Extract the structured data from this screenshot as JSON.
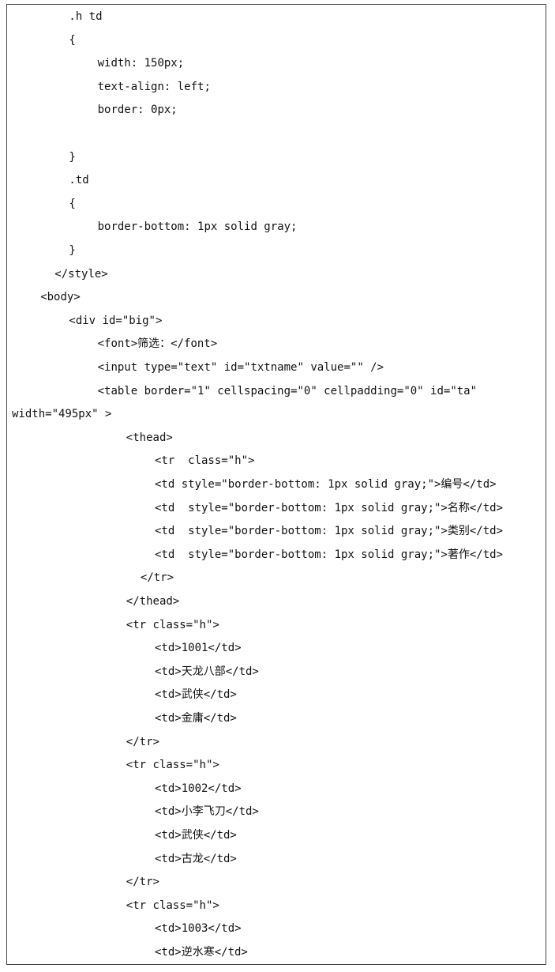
{
  "code_lines": [
    {
      "text": ".h td",
      "indent": 4
    },
    {
      "text": "{",
      "indent": 4
    },
    {
      "text": "width: 150px;",
      "indent": 6
    },
    {
      "text": "text-align: left;",
      "indent": 6
    },
    {
      "text": "border: 0px;",
      "indent": 6
    },
    {
      "text": "",
      "indent": 0
    },
    {
      "text": "}",
      "indent": 4
    },
    {
      "text": ".td",
      "indent": 4
    },
    {
      "text": "{",
      "indent": 4
    },
    {
      "text": "border-bottom: 1px solid gray;",
      "indent": 6
    },
    {
      "text": "}",
      "indent": 4
    },
    {
      "text": "</style>",
      "indent": 3
    },
    {
      "text": "<body>",
      "indent": 2
    },
    {
      "text": "<div id=\"big\">",
      "indent": 4
    },
    {
      "text": "<font>筛选：</font>",
      "indent": 6
    },
    {
      "text": "<input type=\"text\" id=\"txtname\" value=\"\" />",
      "indent": 6
    },
    {
      "text": "<table border=\"1\" cellspacing=\"0\" cellpadding=\"0\" id=\"ta\"",
      "indent": 6
    },
    {
      "text": "width=\"495px\" >",
      "indent": 0
    },
    {
      "text": "<thead>",
      "indent": 8
    },
    {
      "text": "<tr  class=\"h\">",
      "indent": 10
    },
    {
      "text": "<td style=\"border-bottom: 1px solid gray;\">编号</td>",
      "indent": 10
    },
    {
      "text": "<td  style=\"border-bottom: 1px solid gray;\">名称</td>",
      "indent": 10
    },
    {
      "text": "<td  style=\"border-bottom: 1px solid gray;\">类别</td>",
      "indent": 10
    },
    {
      "text": "<td  style=\"border-bottom: 1px solid gray;\">著作</td>",
      "indent": 10
    },
    {
      "text": "</tr>",
      "indent": 9
    },
    {
      "text": "</thead>",
      "indent": 8
    },
    {
      "text": "<tr class=\"h\">",
      "indent": 8
    },
    {
      "text": "<td>1001</td>",
      "indent": 10
    },
    {
      "text": "<td>天龙八部</td>",
      "indent": 10
    },
    {
      "text": "<td>武侠</td>",
      "indent": 10
    },
    {
      "text": "<td>金庸</td>",
      "indent": 10
    },
    {
      "text": "</tr>",
      "indent": 8
    },
    {
      "text": "<tr class=\"h\">",
      "indent": 8
    },
    {
      "text": "<td>1002</td>",
      "indent": 10
    },
    {
      "text": "<td>小李飞刀</td>",
      "indent": 10
    },
    {
      "text": "<td>武侠</td>",
      "indent": 10
    },
    {
      "text": "<td>古龙</td>",
      "indent": 10
    },
    {
      "text": "</tr>",
      "indent": 8
    },
    {
      "text": "<tr class=\"h\">",
      "indent": 8
    },
    {
      "text": "<td>1003</td>",
      "indent": 10
    },
    {
      "text": "<td>逆水寒</td>",
      "indent": 10
    }
  ]
}
